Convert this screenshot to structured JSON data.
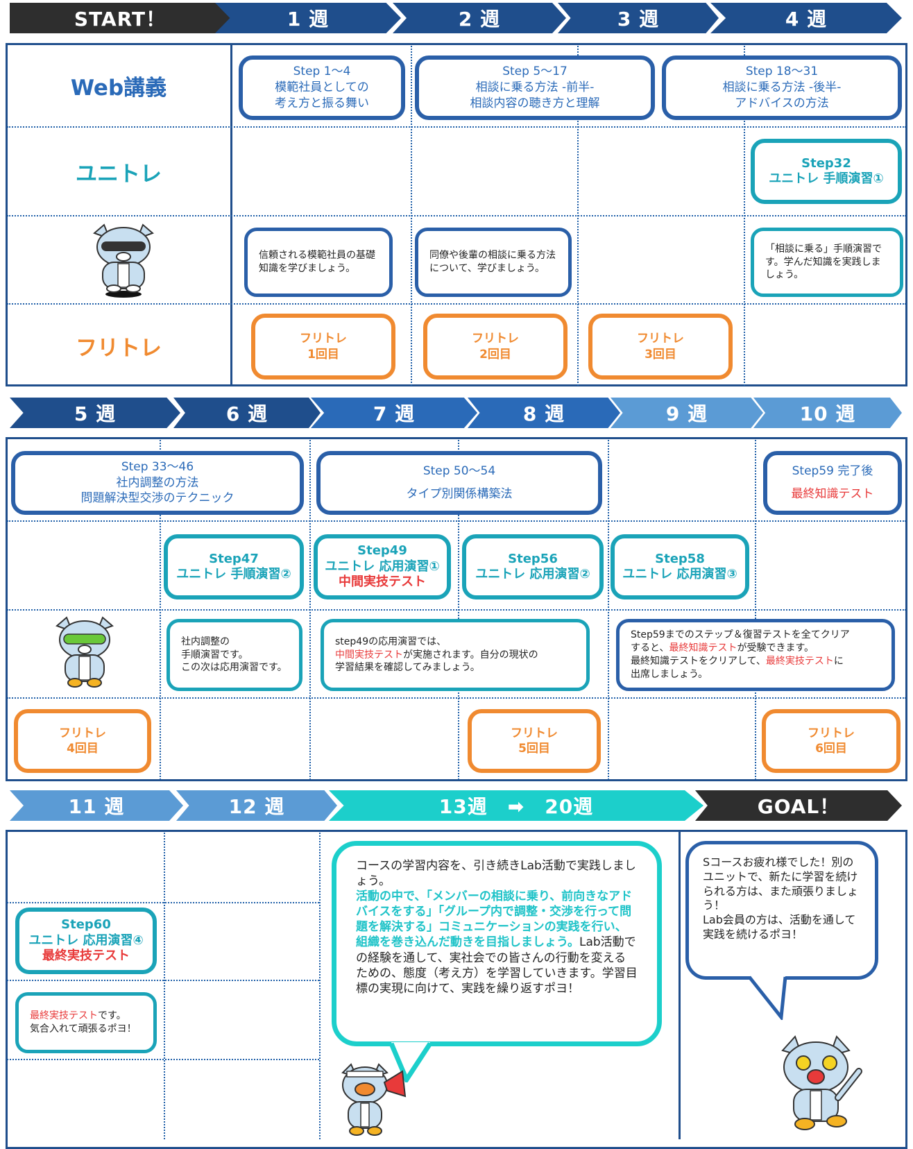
{
  "colors": {
    "dark_navy": "#2e2e2e",
    "navy": "#1f4e8c",
    "blue": "#2a6ab8",
    "light_blue": "#5b9bd5",
    "teal": "#1ccfcb",
    "cyan": "#1aa3b8",
    "orange": "#f08a30",
    "red": "#e83a3a"
  },
  "section1": {
    "chevrons": [
      "START！",
      "1 週",
      "2 週",
      "3 週",
      "4 週"
    ],
    "rows": {
      "web": "Web講義",
      "uni": "ユニトレ",
      "fri": "フリトレ"
    },
    "web": [
      {
        "l1": "Step 1〜4",
        "l2": "模範社員としての",
        "l3": "考え方と振る舞い"
      },
      {
        "l1": "Step 5〜17",
        "l2": "相談に乗る方法 -前半-",
        "l3": "相談内容の聴き方と理解"
      },
      {
        "l1": "Step 18〜31",
        "l2": "相談に乗る方法 -後半-",
        "l3": "アドバイスの方法"
      }
    ],
    "uni": {
      "l1": "Step32",
      "l2": "ユニトレ 手順演習①"
    },
    "bubbles": [
      {
        "text": "信頼される模範社員の基礎知識を学びましょう。"
      },
      {
        "text": "同僚や後輩の相談に乗る方法について、学びましょう。"
      },
      {
        "text": "「相談に乗る」手順演習です。学んだ知識を実践しましょう。"
      }
    ],
    "fri": [
      {
        "l1": "フリトレ",
        "l2": "1回目"
      },
      {
        "l1": "フリトレ",
        "l2": "2回目"
      },
      {
        "l1": "フリトレ",
        "l2": "3回目"
      }
    ]
  },
  "section2": {
    "chevrons": [
      "5 週",
      "6 週",
      "7 週",
      "8 週",
      "9 週",
      "10 週"
    ],
    "web": [
      {
        "l1": "Step 33〜46",
        "l2": "社内調整の方法",
        "l3": "問題解決型交渉のテクニック"
      },
      {
        "l1": "Step 50〜54",
        "l2": "タイプ別関係構築法"
      },
      {
        "l1": "Step59 完了後",
        "l2": "最終知識テスト"
      }
    ],
    "uni": [
      {
        "l1": "Step47",
        "l2": "ユニトレ 手順演習②"
      },
      {
        "l1": "Step49",
        "l2": "ユニトレ 応用演習①",
        "l3": "中間実技テスト"
      },
      {
        "l1": "Step56",
        "l2": "ユニトレ 応用演習②"
      },
      {
        "l1": "Step58",
        "l2": "ユニトレ 応用演習③"
      }
    ],
    "bubbles": {
      "b1": [
        "社内調整の",
        "手順演習です。",
        "この次は応用演習です。"
      ],
      "b2": {
        "a": "step49の応用演習では、",
        "red": "中間実技テスト",
        "b": "が実施されます。自分の現状の",
        "c": "学習結果を確認してみましょう。"
      },
      "b3": {
        "a": "Step59までのステップ＆復習テストを全てクリア",
        "b": "すると、",
        "red1": "最終知識テスト",
        "c": "が受験できます。",
        "d": "最終知識テストをクリアして、",
        "red2": "最終実技テスト",
        "e": "に",
        "f": "出席しましょう。"
      }
    },
    "fri": [
      {
        "l1": "フリトレ",
        "l2": "4回目"
      },
      {
        "l1": "フリトレ",
        "l2": "5回目"
      },
      {
        "l1": "フリトレ",
        "l2": "6回目"
      }
    ]
  },
  "section3": {
    "chevrons": [
      "11 週",
      "12 週",
      "13週　➡　20週",
      "GOAL！"
    ],
    "uni": {
      "l1": "Step60",
      "l2": "ユニトレ 応用演習④",
      "l3": "最終実技テスト"
    },
    "small_bubble": {
      "red": "最終実技テスト",
      "a": "です。",
      "b": "気合入れて頑張るポヨ！"
    },
    "big_bubble": {
      "a": "コースの学習内容を、引き続きLab活動で実践しましょう。",
      "teal": "活動の中で、「メンバーの相談に乗り、前向きなアドバイスをする」「グループ内で調整・交渉を行って問題を解決する」コミュニケーションの実践を行い、組織を巻き込んだ動きを目指しましょう。",
      "b": "Lab活動での経験を通して、実社会での皆さんの行動を変えるための、態度（考え方）を学習していきます。学習目標の実現に向けて、実践を繰り返すポヨ！"
    },
    "goal_bubble": {
      "a": "Sコースお疲れ様でした！別のユニットで、新たに学習を続けられる方は、また頑張りましょう！",
      "b": "Lab会員の方は、活動を通して実践を続けるポヨ！"
    }
  }
}
